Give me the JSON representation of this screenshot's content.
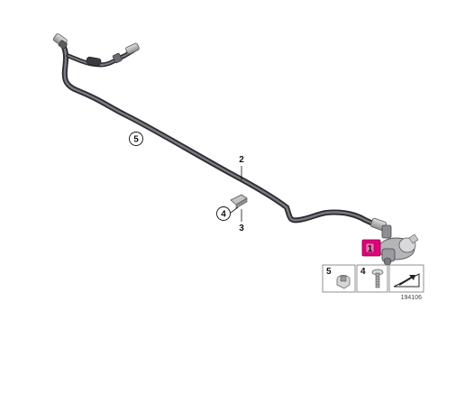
{
  "callouts": {
    "hose_line": "2",
    "clip": "3",
    "clip_bubble": "4",
    "hose_bubble": "5",
    "highlight_part": "1"
  },
  "legend": {
    "items": [
      {
        "number": "5",
        "icon": "hose-clamp-icon"
      },
      {
        "number": "4",
        "icon": "screw-icon"
      },
      {
        "number": "",
        "icon": "wedge-arrow-icon"
      }
    ]
  },
  "reference_number": "194106",
  "colors": {
    "hose": "#4a4a52",
    "highlight": "#e0007a",
    "fitting": "#9a9a9a"
  }
}
